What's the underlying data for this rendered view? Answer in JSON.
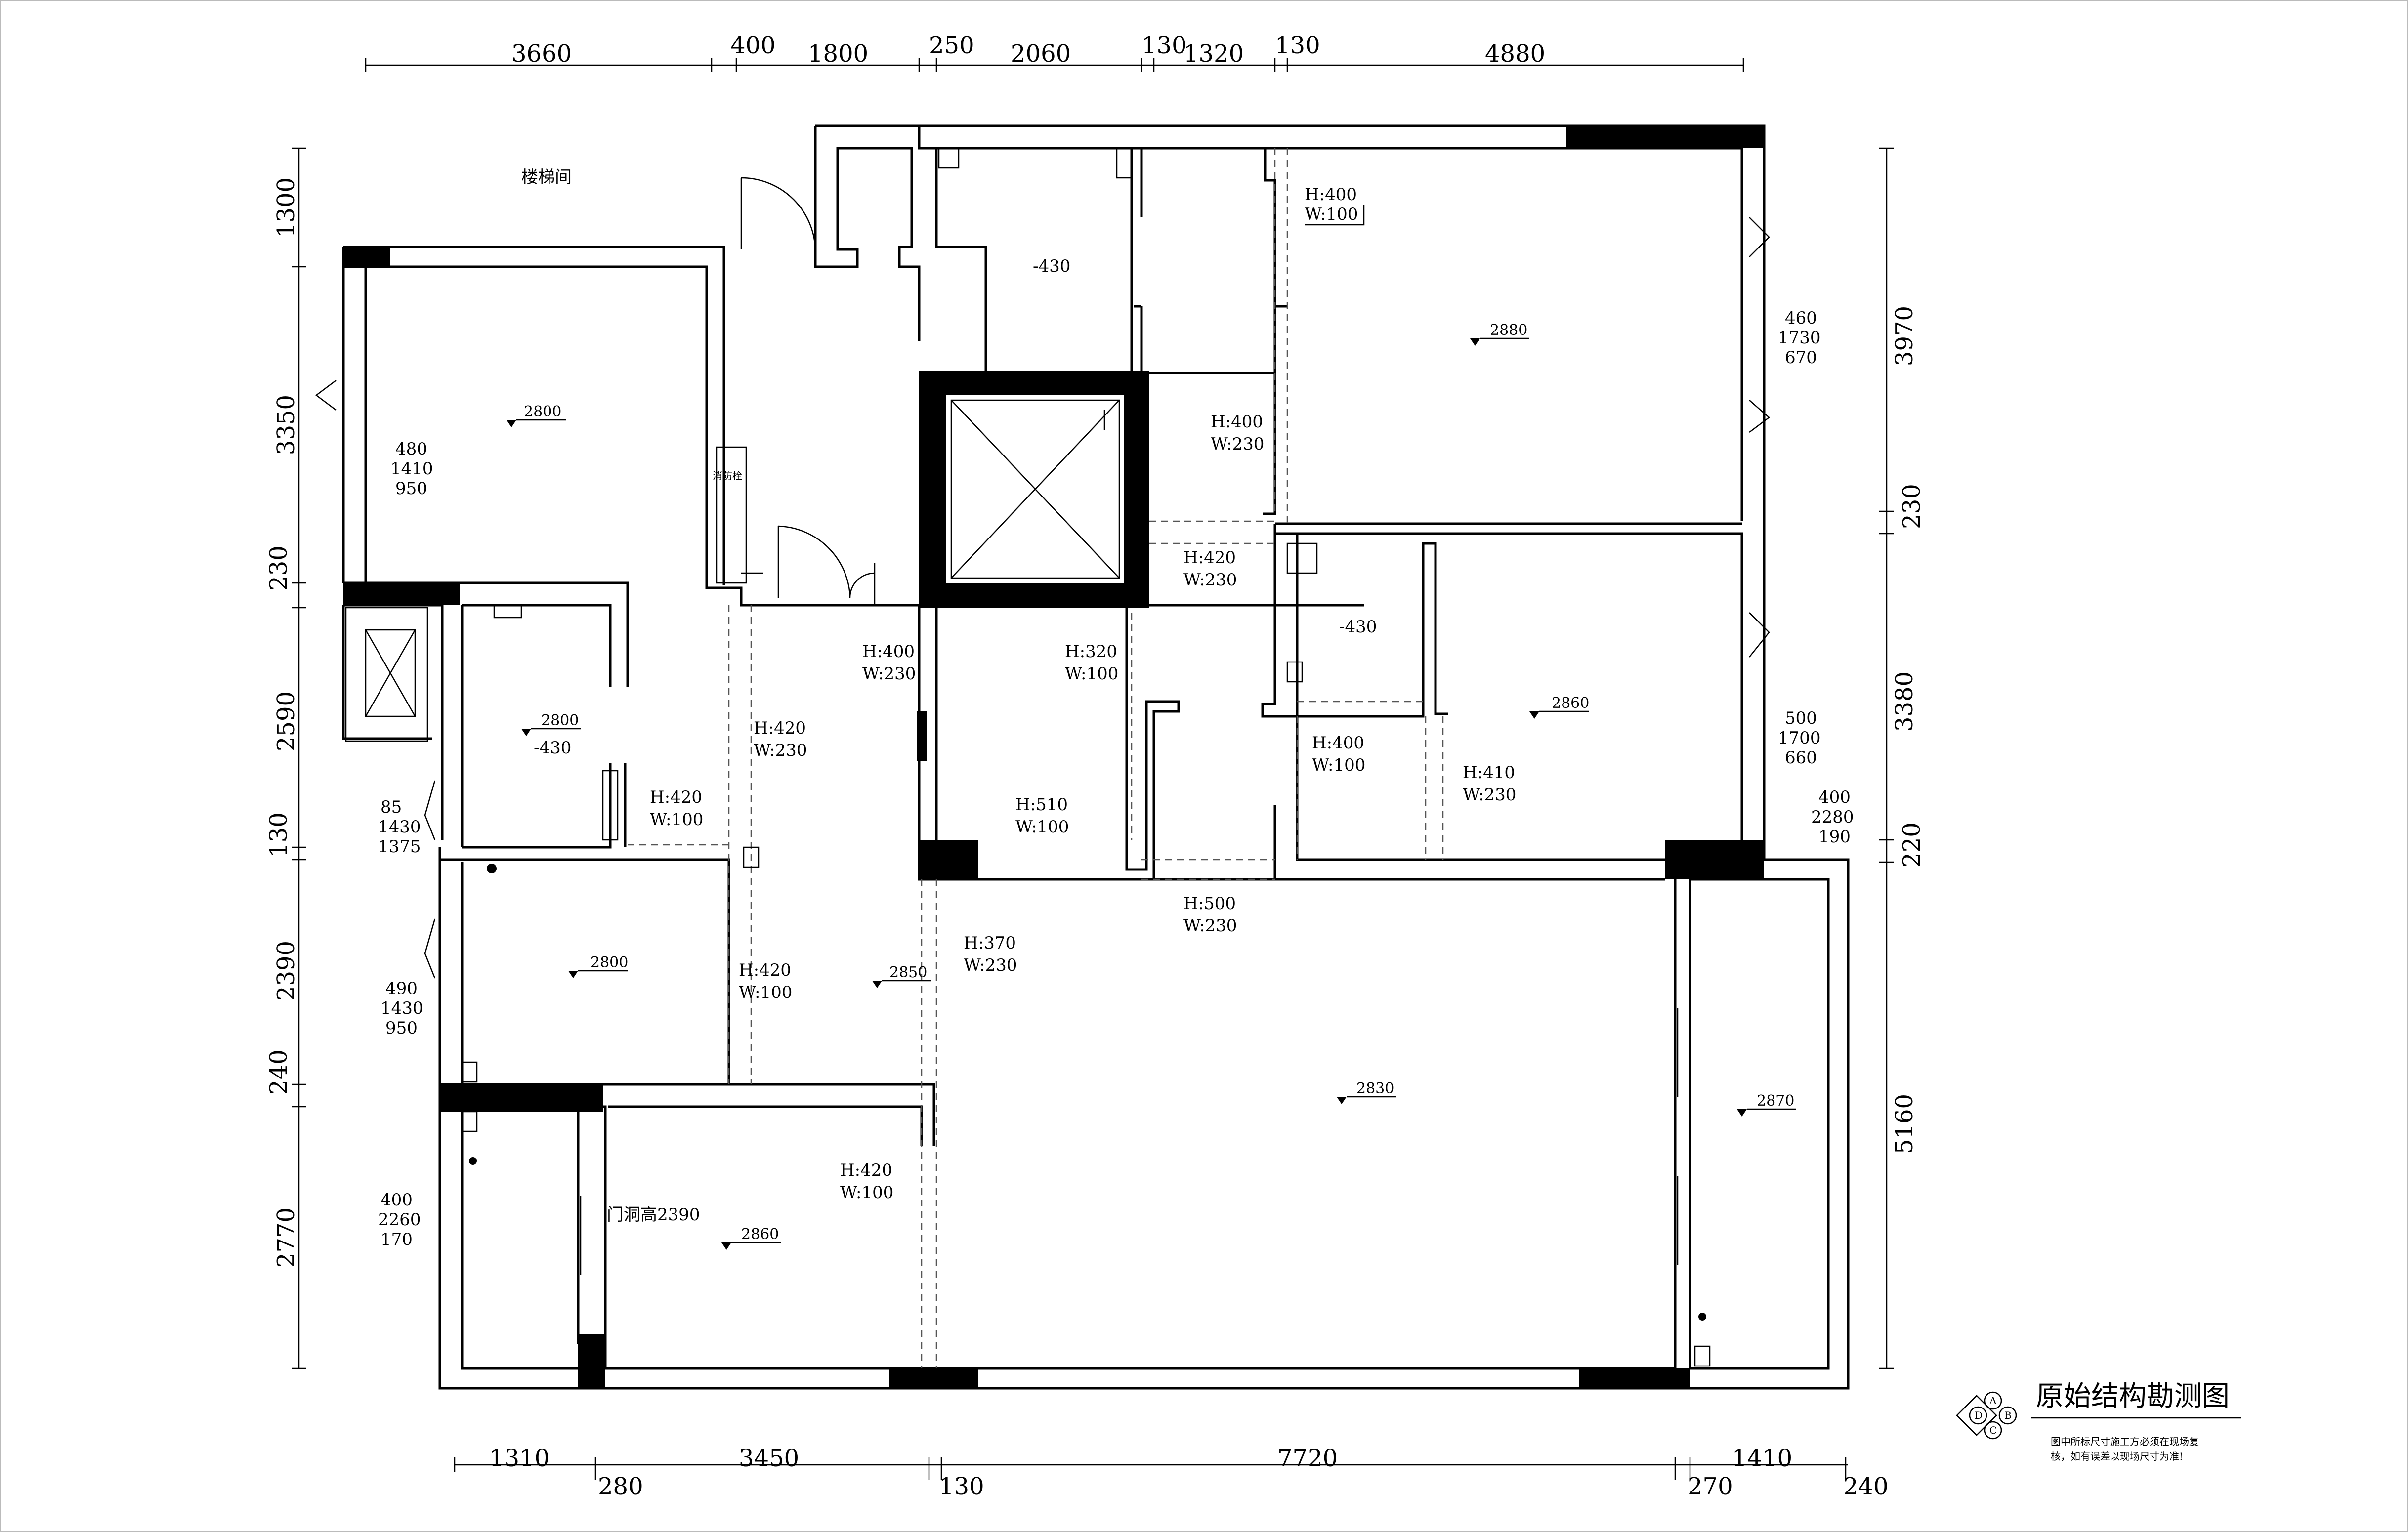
{
  "dims": {
    "top": [
      "3660",
      "400",
      "1800",
      "250",
      "2060",
      "130",
      "1320",
      "130",
      "4880"
    ],
    "bottom_upper": [
      "1310",
      "3450",
      "7720",
      "1410"
    ],
    "bottom_lower": [
      "280",
      "130",
      "270",
      "240"
    ],
    "left": [
      "1300",
      "3350",
      "230",
      "2590",
      "130",
      "2390",
      "240",
      "2770"
    ],
    "right": [
      "3970",
      "230",
      "3380",
      "220",
      "5160"
    ]
  },
  "window_notes": [
    {
      "lines": [
        "480",
        "1410",
        "950"
      ]
    },
    {
      "lines": [
        "85",
        "1430",
        "1375"
      ]
    },
    {
      "lines": [
        "490",
        "1430",
        "950"
      ]
    },
    {
      "lines": [
        "400",
        "2260",
        "170"
      ]
    },
    {
      "lines": [
        "460",
        "1730",
        "670"
      ]
    },
    {
      "lines": [
        "500",
        "1700",
        "660"
      ]
    },
    {
      "lines": [
        "400",
        "2280",
        "190"
      ]
    }
  ],
  "beams": [
    {
      "h": "H:400",
      "w": "W:100"
    },
    {
      "h": "H:400",
      "w": "W:230"
    },
    {
      "h": "H:420",
      "w": "W:230"
    },
    {
      "h": "H:400",
      "w": "W:230"
    },
    {
      "h": "H:320",
      "w": "W:100"
    },
    {
      "h": "H:420",
      "w": "W:230"
    },
    {
      "h": "H:420",
      "w": "W:100"
    },
    {
      "h": "H:510",
      "w": "W:100"
    },
    {
      "h": "H:400",
      "w": "W:100"
    },
    {
      "h": "H:410",
      "w": "W:230"
    },
    {
      "h": "H:500",
      "w": "W:230"
    },
    {
      "h": "H:370",
      "w": "W:230"
    },
    {
      "h": "H:420",
      "w": "W:100"
    },
    {
      "h": "H:420",
      "w": "W:100"
    }
  ],
  "elevations": [
    "2800",
    "2880",
    "2800",
    "2860",
    "2800",
    "2850",
    "2830",
    "2870",
    "2860"
  ],
  "sunken": [
    "-430",
    "-430",
    "-430"
  ],
  "labels": {
    "stairwell": "楼梯间",
    "hydrant": "消防栓",
    "door_height": "门洞高2390"
  },
  "title_block": {
    "title": "原始结构勘测图",
    "note_line1": "图中所标尺寸施工方必须在现场复",
    "note_line2": "核，如有误差以现场尺寸为准!",
    "letters": [
      "A",
      "B",
      "C",
      "D"
    ]
  }
}
